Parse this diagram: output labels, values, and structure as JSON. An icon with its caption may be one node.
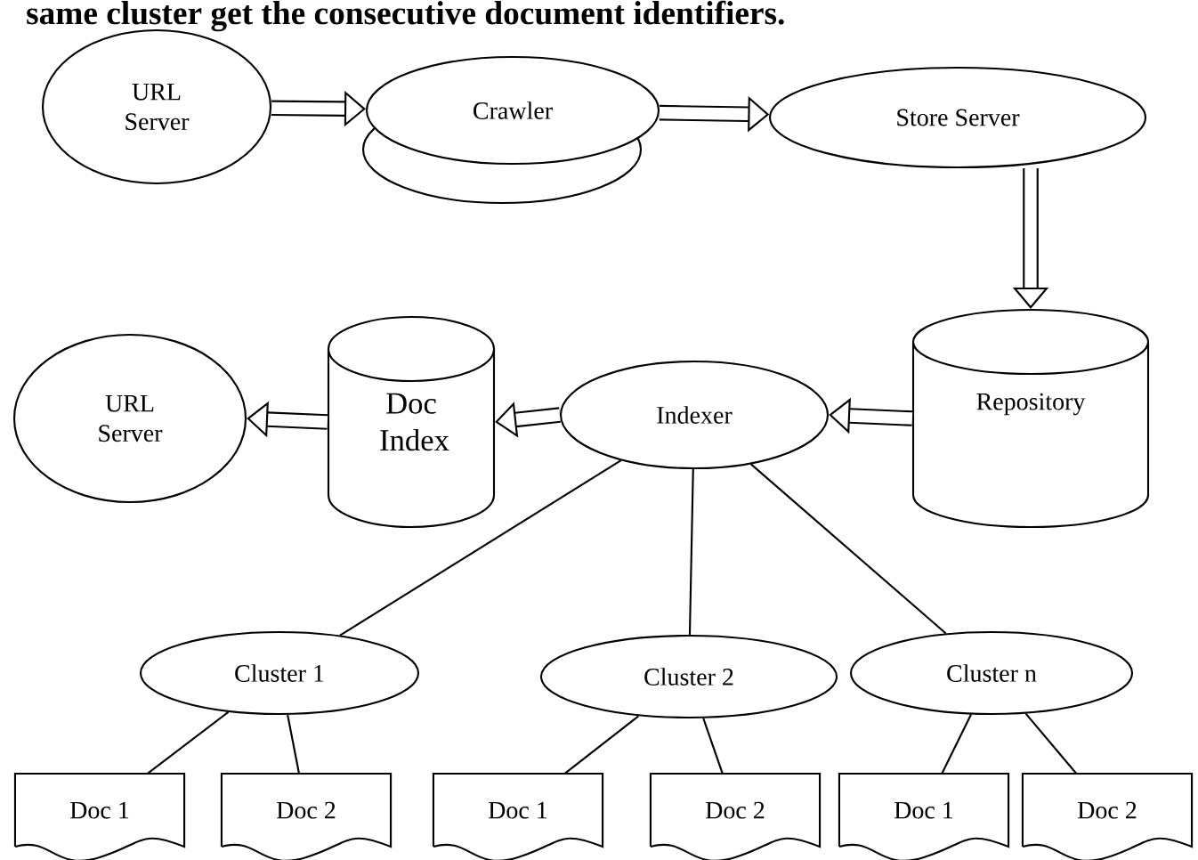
{
  "diagram": {
    "nodes": [
      {
        "text": [
          "URL Server"
        ]
      },
      {
        "text": [
          "Crawler"
        ]
      },
      {
        "text": [
          "Store Server"
        ]
      },
      {
        "text": [
          "Repository"
        ]
      },
      {
        "text": [
          "Indexer"
        ]
      },
      {
        "text": [
          "Doc Index"
        ]
      },
      {
        "text": [
          "URL Server"
        ]
      },
      {
        "text": [
          "Cluster 1"
        ]
      },
      {
        "text": [
          "Cluster 2"
        ]
      },
      {
        "text": [
          "Cluster n"
        ]
      },
      {
        "text": [
          "Doc 1"
        ]
      },
      {
        "text": [
          "Doc 2"
        ]
      },
      {
        "text": [
          "Doc 1"
        ]
      },
      {
        "text": [
          "Doc 2"
        ]
      },
      {
        "text": [
          "Doc 1"
        ]
      },
      {
        "text": [
          "Doc 2"
        ]
      }
    ],
    "edges": [
      {
        "from": 0,
        "to": 1,
        "arrow": "to",
        "style": "thick"
      },
      {
        "from": 1,
        "to": 2,
        "arrow": "to",
        "style": "thick"
      },
      {
        "from": 2,
        "to": 3,
        "arrow": "to",
        "style": "thick"
      },
      {
        "from": 3,
        "to": 4,
        "arrow": "to",
        "style": "thick"
      },
      {
        "from": 4,
        "to": 5,
        "arrow": "to",
        "style": "thick"
      },
      {
        "from": 5,
        "to": 6,
        "arrow": "to",
        "style": "thick"
      },
      {
        "from": 4,
        "to": 7,
        "arrow": "none"
      },
      {
        "from": 4,
        "to": 8,
        "arrow": "none"
      },
      {
        "from": 4,
        "to": 9,
        "arrow": "none"
      },
      {
        "from": 7,
        "to": 10,
        "arrow": "none"
      },
      {
        "from": 7,
        "to": 11,
        "arrow": "none"
      },
      {
        "from": 8,
        "to": 12,
        "arrow": "none"
      },
      {
        "from": 8,
        "to": 13,
        "arrow": "none"
      },
      {
        "from": 9,
        "to": 14,
        "arrow": "none"
      },
      {
        "from": 9,
        "to": 15,
        "arrow": "none"
      }
    ],
    "labels": [
      "same cluster get the consecutive document identifiers."
    ]
  }
}
